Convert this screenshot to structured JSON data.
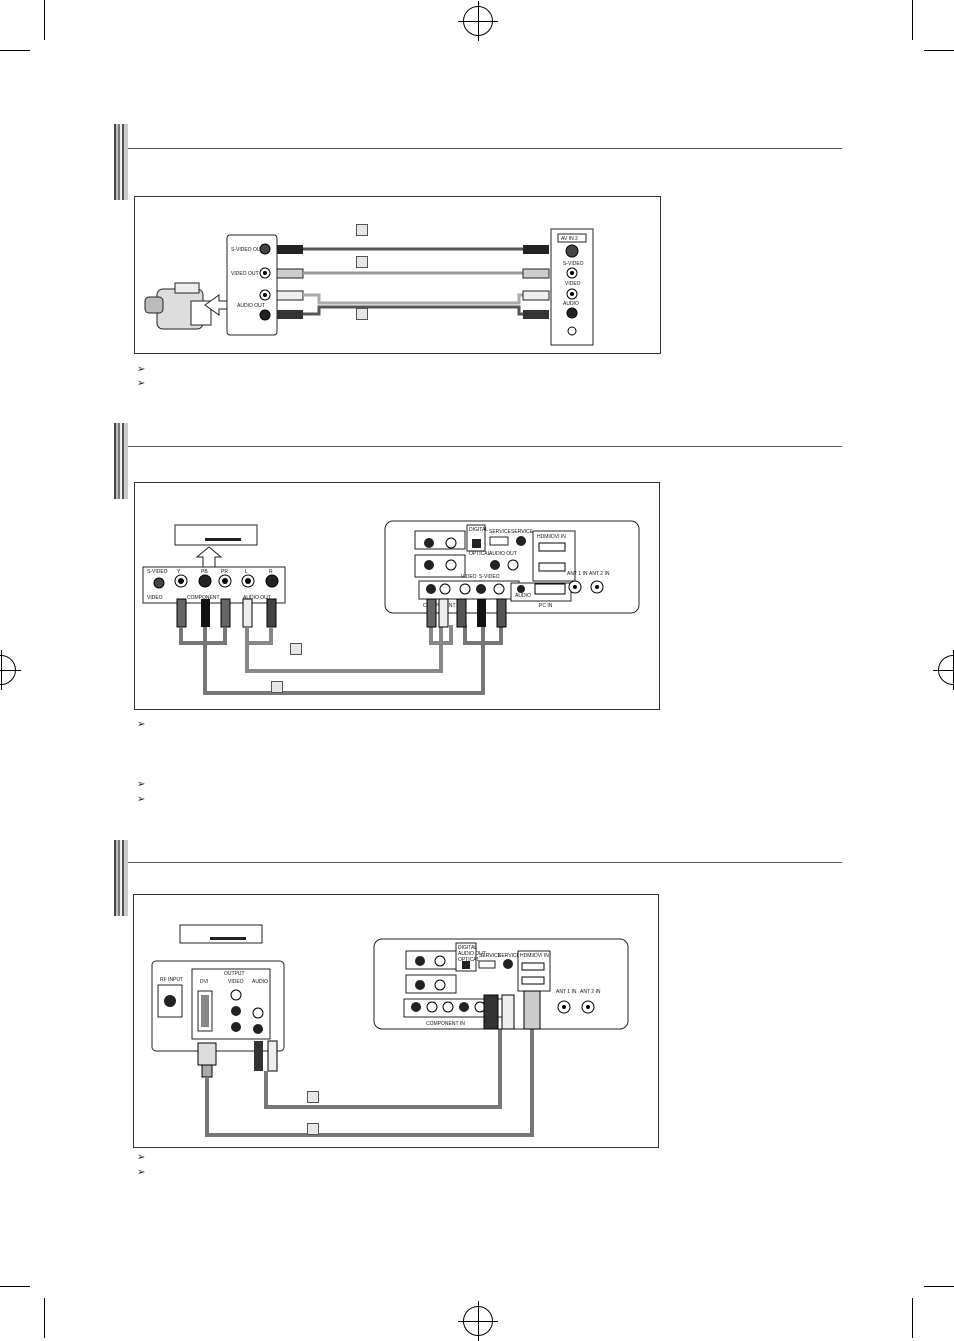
{
  "camcorder_diagram": {
    "device_labels": [
      "S-VIDEO OUT",
      "VIDEO OUT",
      "AUDIO OUT"
    ],
    "av_panel_title": "AV IN 2",
    "av_panel_labels": [
      "S-VIDEO",
      "VIDEO",
      "AUDIO"
    ]
  },
  "dvd_component_diagram": {
    "player_labels": [
      "S-VIDEO",
      "Y",
      "PB",
      "PR",
      "L",
      "R",
      "VIDEO",
      "COMPONENT",
      "AUDIO OUT"
    ],
    "tv_panel_labels": [
      "SERVICE",
      "SERVICE",
      "HDMI/DVI IN",
      "AUDIO OUT",
      "OPTICAL",
      "DIGITAL",
      "VIDEO",
      "S-VIDEO",
      "AUDIO",
      "PC IN",
      "ANT 1 IN",
      "ANT 2 IN",
      "COMPONENT IN"
    ]
  },
  "dvi_diagram": {
    "player_labels": [
      "RF INPUT",
      "OUTPUT",
      "DVI",
      "VIDEO",
      "AUDIO"
    ],
    "tv_panel_labels": [
      "DIGITAL",
      "AUDIO OUT",
      "OPTICAL",
      "SERVICE",
      "SERVICE",
      "HDMI/DVI IN",
      "ANT 1 IN",
      "ANT 2 IN",
      "COMPONENT IN"
    ]
  },
  "notes_glyph": "➢"
}
